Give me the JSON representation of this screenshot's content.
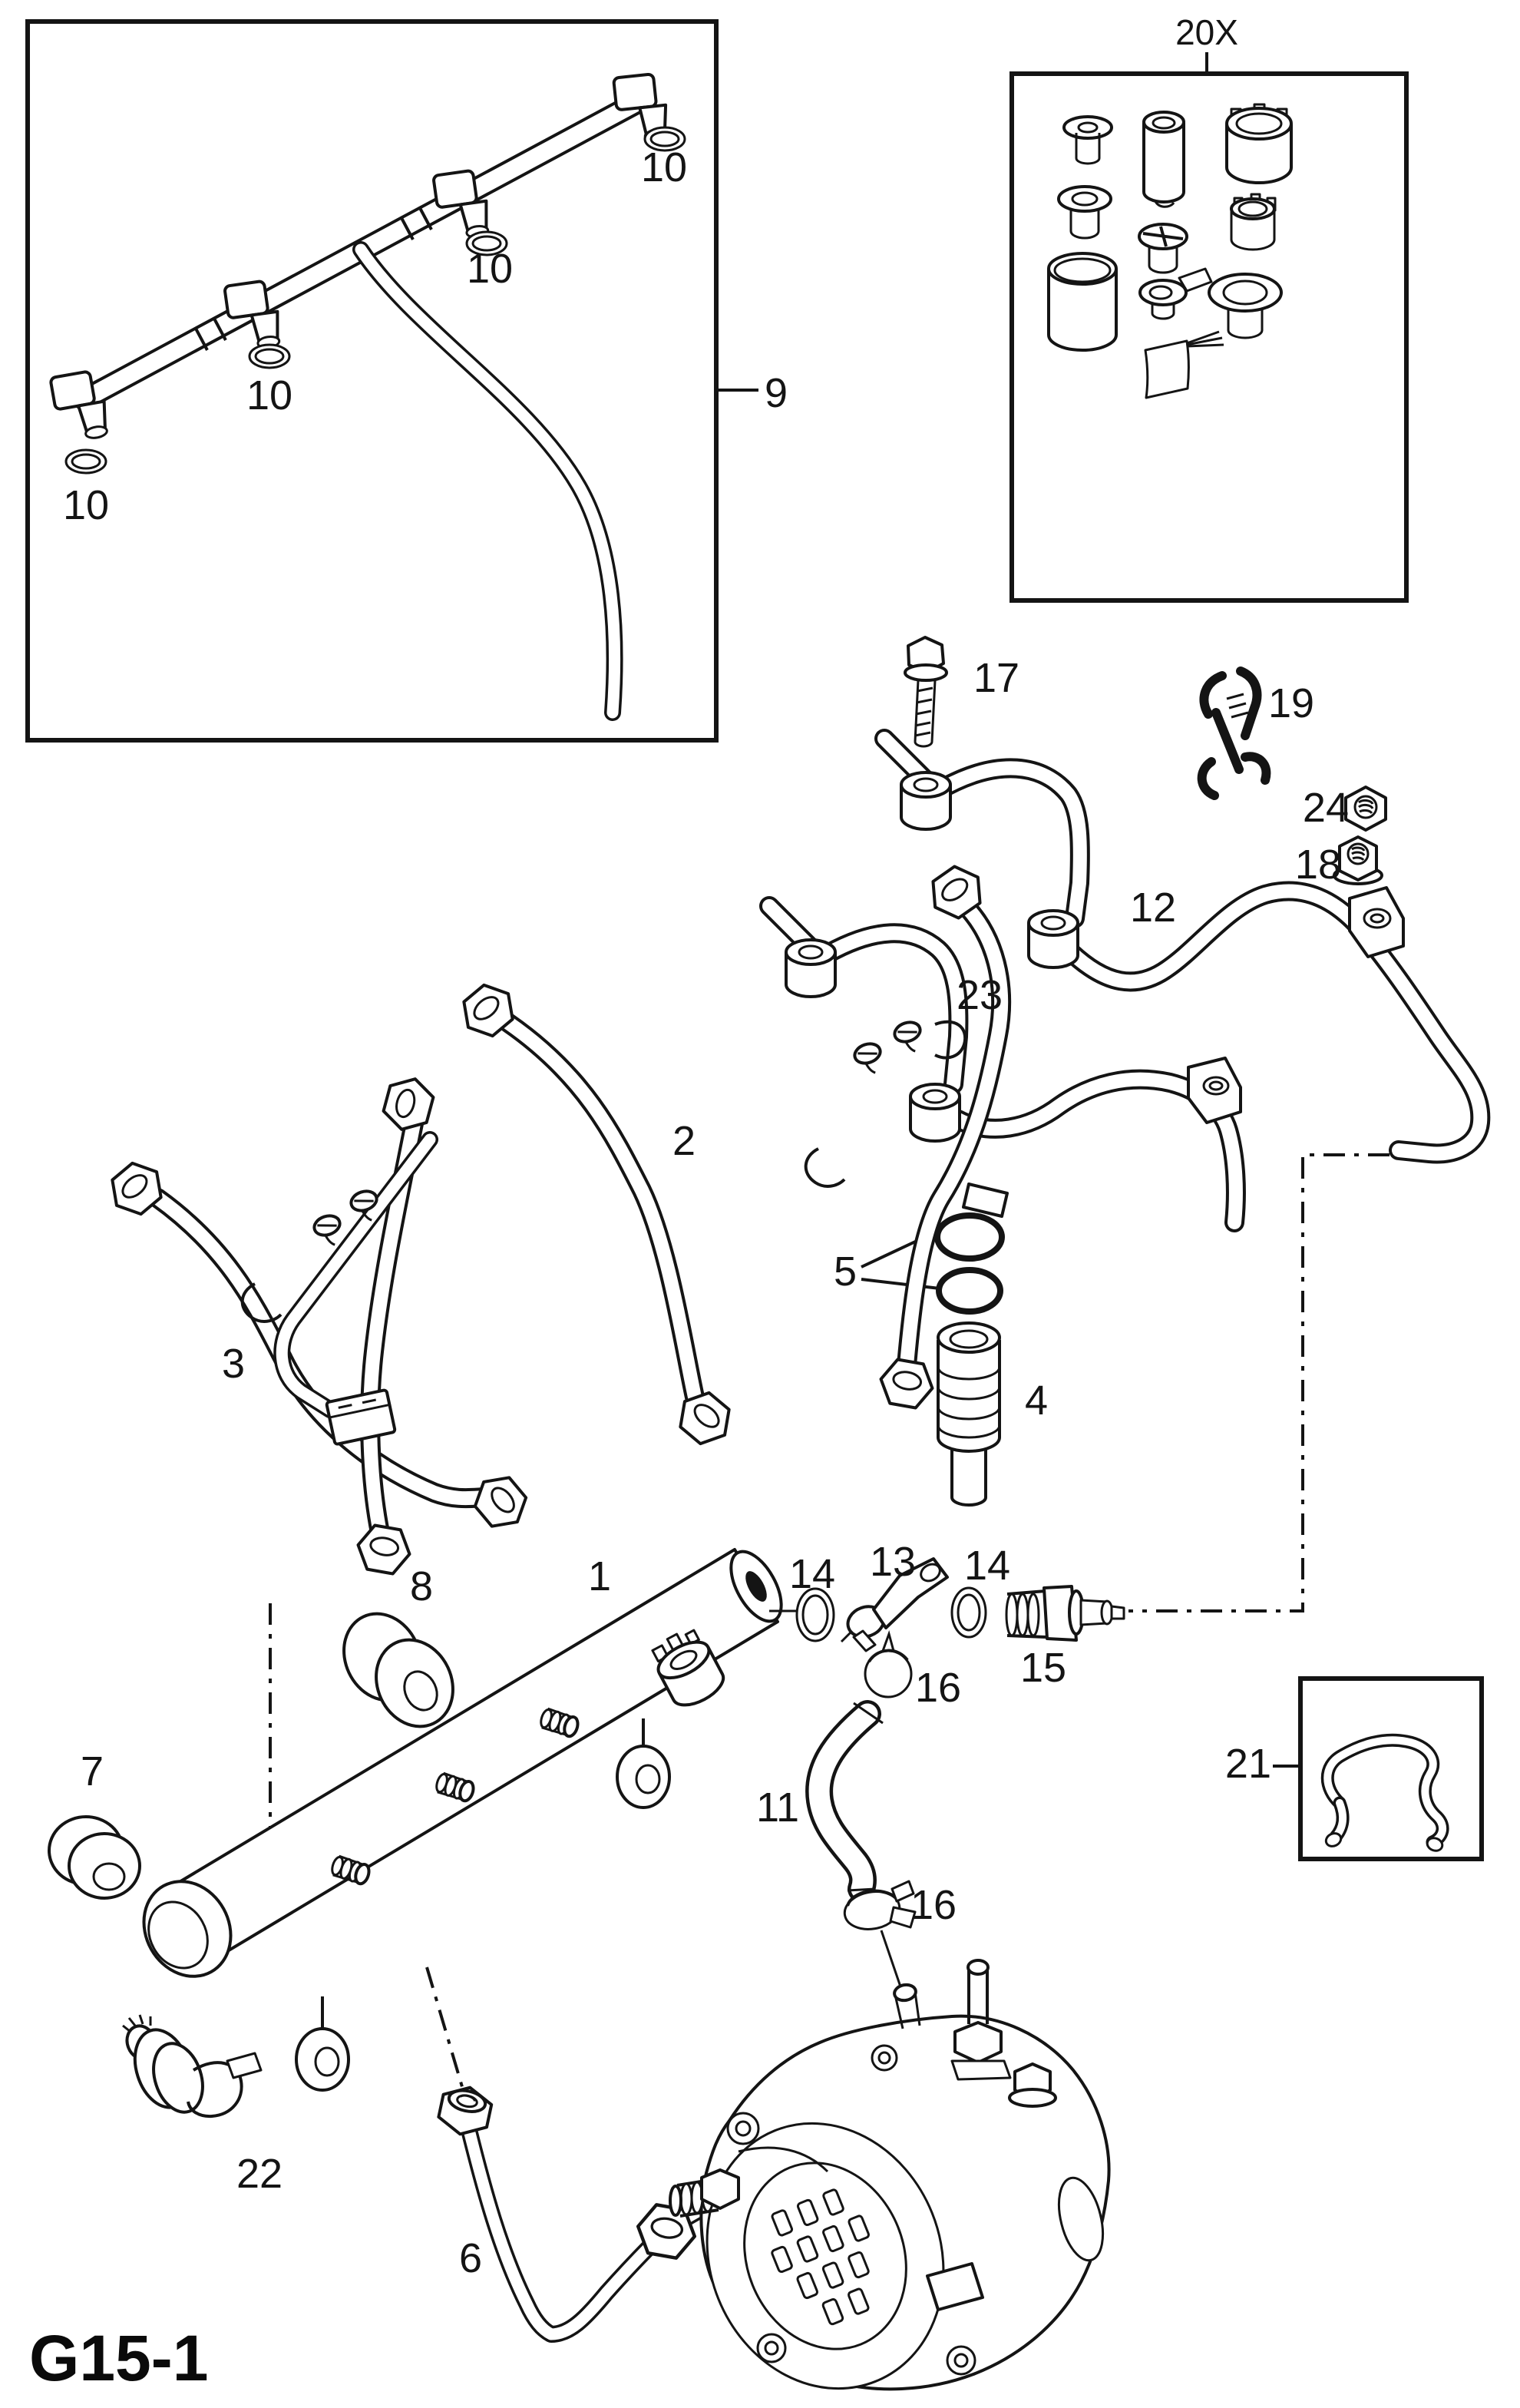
{
  "figure": {
    "code": "G15-1",
    "type": "exploded-parts-diagram",
    "subject": "fuel injection pipes, fuel rail and injection pump",
    "line_color": "#141414",
    "background_color": "#ffffff"
  },
  "callouts": [
    {
      "part": "leak-off-o-ring-1",
      "text": "10"
    },
    {
      "part": "leak-off-o-ring-2",
      "text": "10"
    },
    {
      "part": "leak-off-o-ring-3",
      "text": "10"
    },
    {
      "part": "leak-off-o-ring-4",
      "text": "10"
    },
    {
      "part": "leak-off-pipe-assembly",
      "text": "9"
    },
    {
      "part": "service-kit-quantity",
      "text": "20X"
    },
    {
      "part": "bracket-bolt",
      "text": "17"
    },
    {
      "part": "retaining-clip",
      "text": "19"
    },
    {
      "part": "hex-nut",
      "text": "24"
    },
    {
      "part": "flange-nut",
      "text": "18"
    },
    {
      "part": "return-pipe-rear",
      "text": "12"
    },
    {
      "part": "return-pipe-front",
      "text": "23"
    },
    {
      "part": "injection-pipe-pair-rear",
      "text": "2"
    },
    {
      "part": "injection-pipe-pair-front",
      "text": "3"
    },
    {
      "part": "o-ring-set",
      "text": "5"
    },
    {
      "part": "pressure-valve",
      "text": "4"
    },
    {
      "part": "spacer-sleeve",
      "text": "8"
    },
    {
      "part": "fuel-rail",
      "text": "1"
    },
    {
      "part": "seal-ring-a",
      "text": "14"
    },
    {
      "part": "elbow-union",
      "text": "13"
    },
    {
      "part": "seal-ring-b",
      "text": "14"
    },
    {
      "part": "pressure-sensor",
      "text": "15"
    },
    {
      "part": "hose-clamp-upper",
      "text": "16"
    },
    {
      "part": "return-hose",
      "text": "11"
    },
    {
      "part": "hose-clamp-lower",
      "text": "16"
    },
    {
      "part": "service-hose-clip",
      "text": "21"
    },
    {
      "part": "pipe-clip-with-screw",
      "text": "22"
    },
    {
      "part": "damper-bushing",
      "text": "7"
    },
    {
      "part": "feed-pipe",
      "text": "6"
    },
    {
      "part": "figure-code",
      "text": "G15-1"
    }
  ]
}
